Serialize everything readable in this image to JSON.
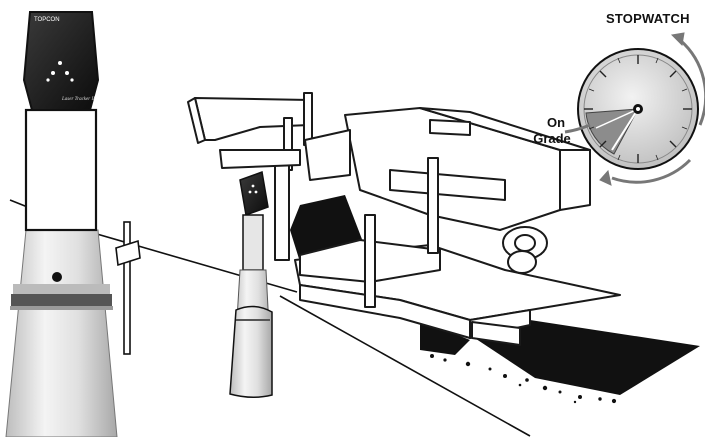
{
  "labels": {
    "stopwatch": "STOPWATCH",
    "on_grade_line1": "On",
    "on_grade_line2": "Grade",
    "brand": "TOPCON",
    "model": "Laser Tracker II"
  },
  "colors": {
    "paving_black": "#111111",
    "outline": "#1a1a1a",
    "cone_light": "#ececec",
    "cone_mid": "#c8c8c8",
    "cone_band": "#555555",
    "dial_face": "#d6d6d6",
    "dial_sector": "#8c8c8c",
    "arrow_gray": "#777777"
  },
  "icons": {
    "stopwatch": "stopwatch-icon",
    "sensor": "laser-sensor-icon",
    "paver": "paver-machine-icon"
  }
}
